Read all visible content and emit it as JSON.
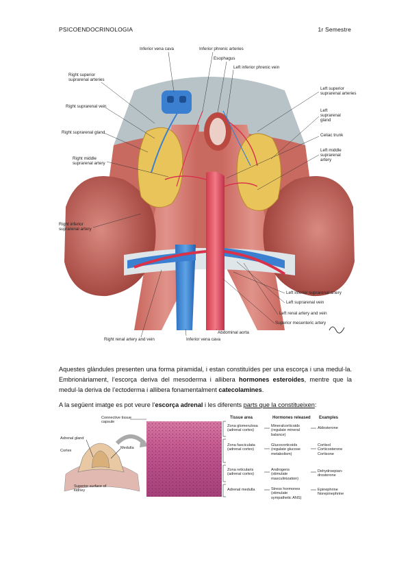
{
  "header": {
    "left": "PSICOENDOCRINOLOGIA",
    "right": "1r Semestre"
  },
  "figure1": {
    "labels": {
      "ivc_top": "Inferior vena cava",
      "phrenic": "Inferior phrenic arteries",
      "esophagus": "Esophagus",
      "left_phrenic_vein": "Left inferior phrenic vein",
      "r_sup_art": "Right superior\nsuprarenal arteries",
      "r_vein": "Right suprarenal vein",
      "r_gland": "Right suprarenal gland",
      "r_mid_art": "Right middle\nsuprarenal artery",
      "r_inf_art": "Right inferior\nsuprarenal artery",
      "l_sup_art": "Left superior\nsuprarenal arteries",
      "l_gland": "Left\nsuprarenal\ngland",
      "celiac": "Celiac trunk",
      "l_mid_art": "Left middle\nsuprarenal\nartery",
      "l_inf_art": "Left inferior suprarenal artery",
      "l_vein": "Left suprarenal vein",
      "l_renal": "Left renal artery and vein",
      "sup_mes": "Superior mesenteric artery",
      "r_renal": "Right renal artery and vein",
      "ivc_bottom": "Inferior vena cava",
      "aorta": "Abdominal aorta"
    }
  },
  "paragraphs": {
    "p1_a": "Aquestes glàndules presenten una forma piramidal, i estan constituïdes per una escorça i una medul·la. Embrionàriament, l’escorça deriva del mesoderma i allibera ",
    "p1_b": "hormones esteroides",
    "p1_c": ", mentre que la medul·la deriva de l’ectoderma i allibera fonamentalment ",
    "p1_d": "catecolamines",
    "p1_e": ".",
    "p2_a": "A la següent imatge es pot veure l’",
    "p2_b": "escorça adrenal",
    "p2_c": " i les diferents ",
    "p2_d": "parts que la constitueixen",
    "p2_e": ":"
  },
  "figure2": {
    "adrenal_gland": "Adrenal gland",
    "cortex": "Cortex",
    "medulla": "Medulla",
    "kidney": "Superior surface of\nkidney",
    "capsule": "Connective tissue\ncapsule",
    "headers": {
      "tissue": "Tissue area",
      "hormones": "Hormones released",
      "examples": "Examples"
    },
    "rows": [
      {
        "tissue": "Zona glomerulosa\n(adrenal cortex)",
        "hormones": "Mineralcorticoids\n(regulate mineral\nbalance)",
        "examples": "Aldosterone"
      },
      {
        "tissue": "Zona fasciculata\n(adrenal cortex)",
        "hormones": "Glucocorticoids\n(regulate glucose\nmetabolism)",
        "examples": "Cortisol\nCorticosterone\nCortisone"
      },
      {
        "tissue": "Zona reticularis\n(adrenal cortex)",
        "hormones": "Androgens\n(stimulate\nmasculinization)",
        "examples": "Dehydroepian-\ndrosterone"
      },
      {
        "tissue": "Adrenal medulla",
        "hormones": "Stress hormones\n(stimulate\nsympathetic ANS)",
        "examples": "Epinephrine\nNorepinephrine"
      }
    ]
  }
}
